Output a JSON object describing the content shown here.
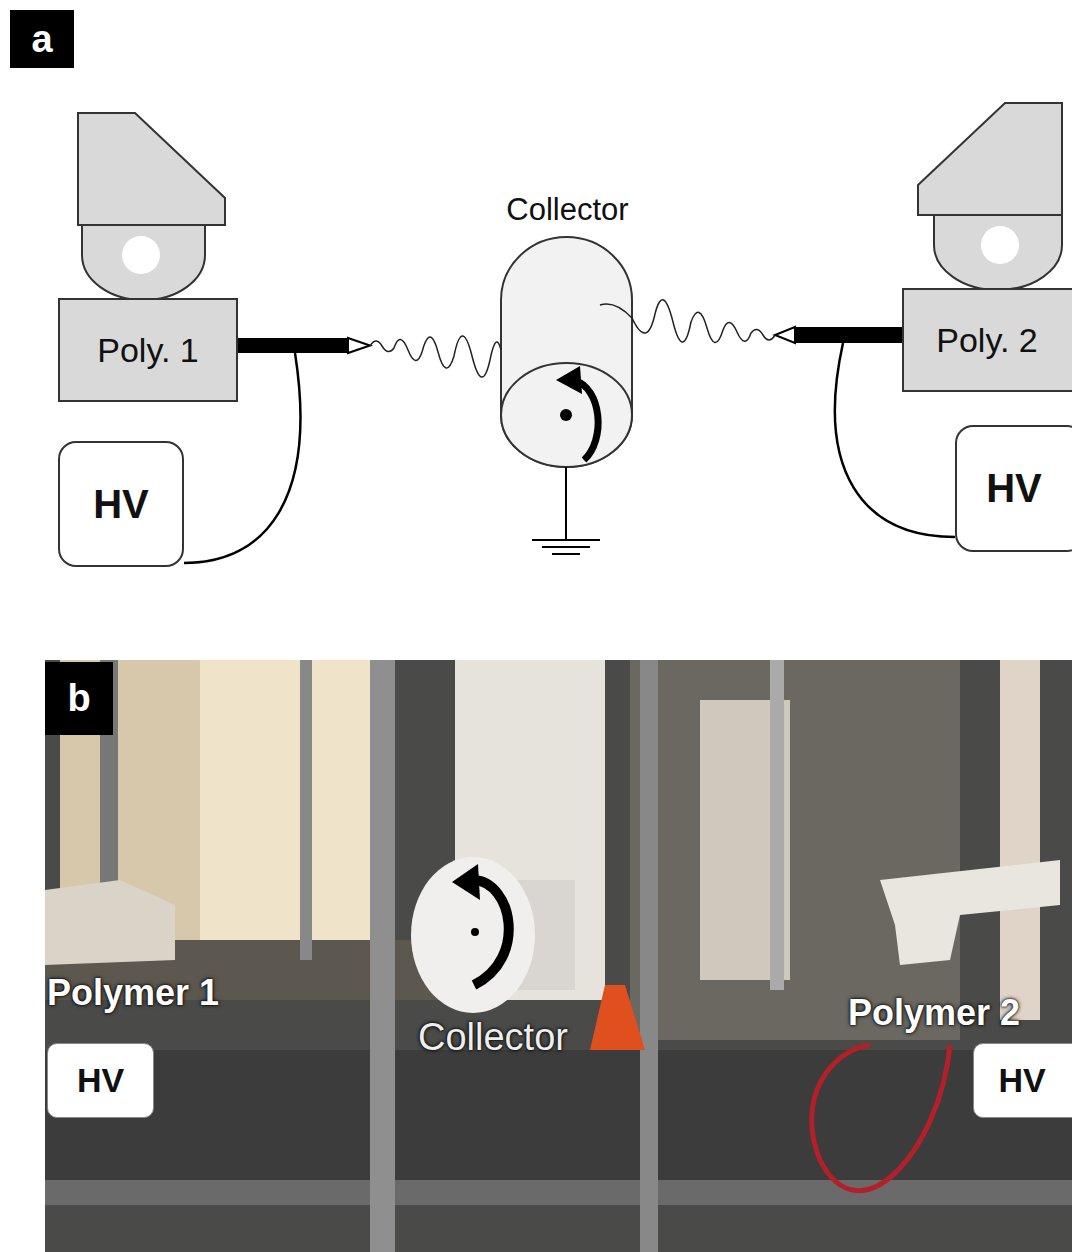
{
  "diagram": {
    "nodes": [
      {
        "text": [
          "a"
        ]
      },
      {
        "text": [
          "Poly. 1"
        ]
      },
      {
        "text": [
          "Collector"
        ]
      },
      {
        "text": [
          "Poly. 2"
        ]
      },
      {
        "text": [
          "HV"
        ]
      },
      {
        "text": [
          "HV"
        ]
      },
      {
        "text": [
          "b"
        ]
      },
      {
        "text": [
          "HV"
        ]
      },
      {
        "text": [
          "HV"
        ]
      }
    ],
    "labels": [
      "Polymer 1",
      "Collector",
      "Polymer 2"
    ]
  }
}
